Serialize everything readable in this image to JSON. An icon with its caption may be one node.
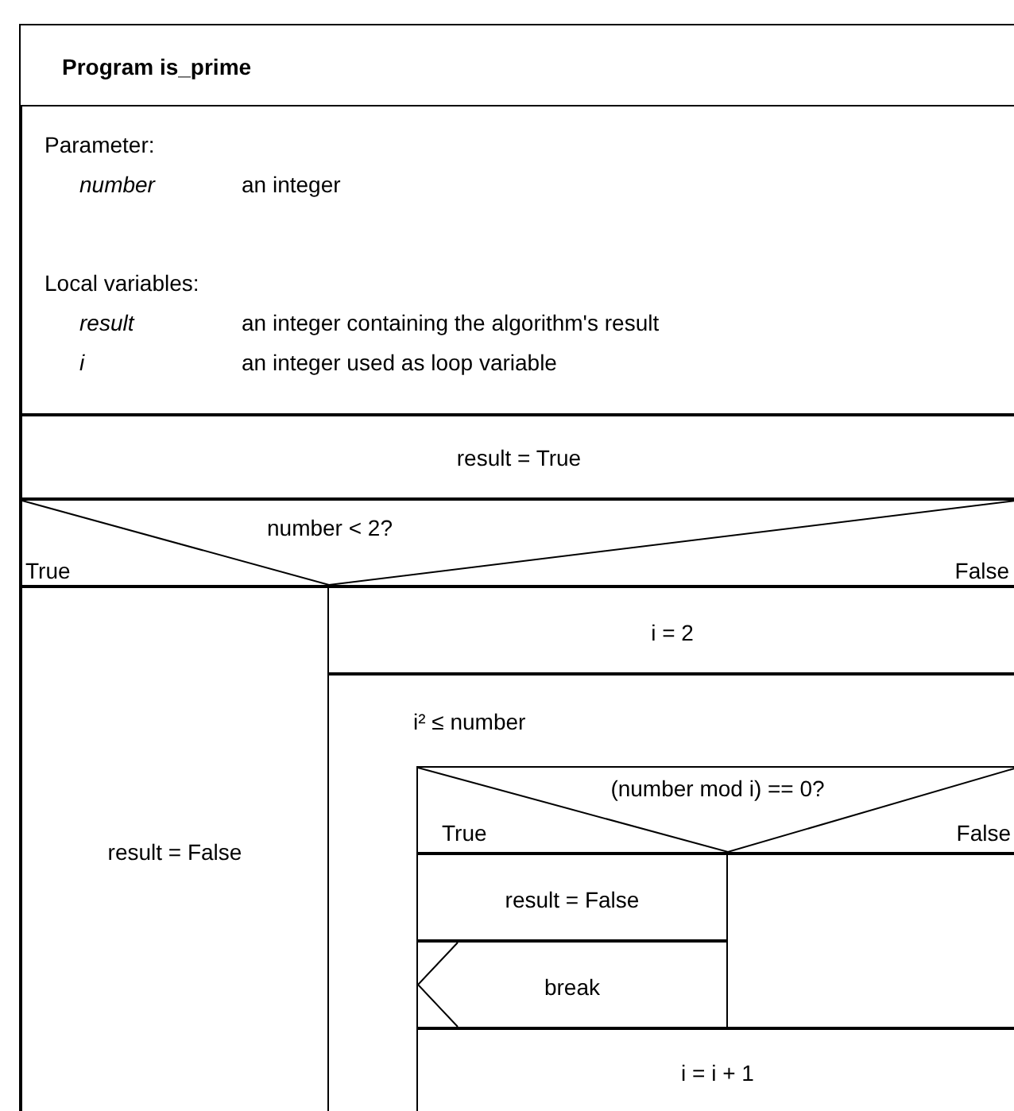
{
  "diagram": {
    "nodes": [
      {
        "text": [
          "Program is_prime"
        ]
      },
      {
        "text": [
          "Parameter:",
          "number",
          "an integer",
          "Local variables:",
          "result",
          "an integer containing the algorithm's result",
          "i",
          "an integer used as loop variable"
        ],
        "in": 0
      },
      {
        "text": [
          "result = True"
        ],
        "in": 0
      },
      {
        "text": [
          "number < 2?",
          "True",
          "False"
        ],
        "in": 0
      },
      {
        "text": [
          "result = False"
        ],
        "in": 0
      },
      {
        "text": [
          "i = 2"
        ],
        "in": 0
      },
      {
        "text": [
          "i² ≤  number"
        ],
        "in": 0
      },
      {
        "text": [
          "(number mod i) == 0?",
          "True",
          "False"
        ],
        "in": 6
      },
      {
        "text": [
          "result = False"
        ],
        "in": 6
      },
      {
        "text": [
          "break"
        ],
        "in": 6
      },
      {
        "text": [],
        "shape": "box",
        "in": 6
      },
      {
        "text": [
          "i = i + 1"
        ],
        "in": 6
      }
    ],
    "edges": []
  }
}
